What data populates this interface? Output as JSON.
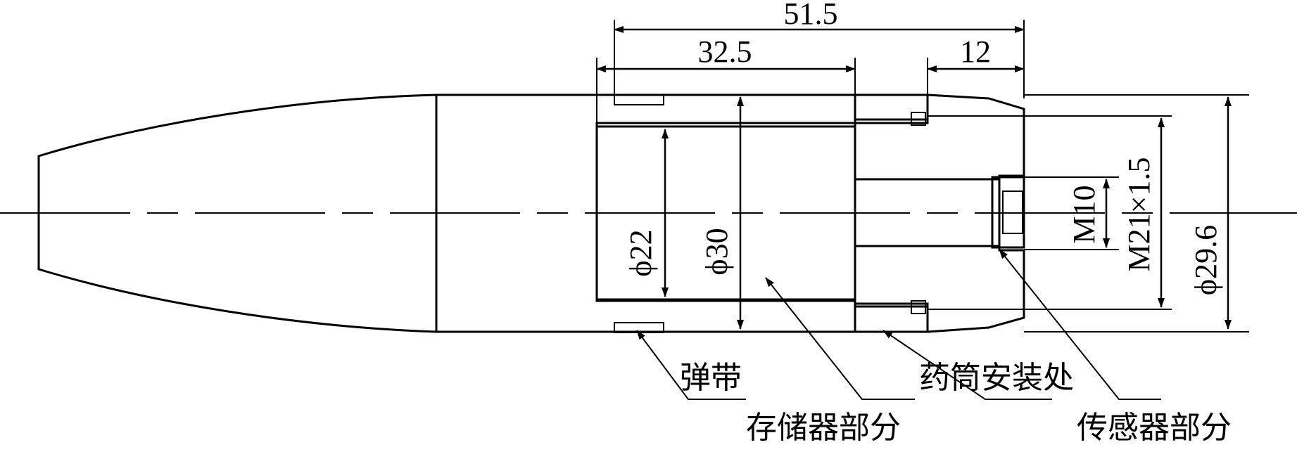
{
  "dimensions": {
    "overall_length": "51.5",
    "storage_length": "32.5",
    "sensor_length": "12",
    "inner_dia": "ϕ22",
    "outer_dia": "ϕ30",
    "thread_small": "M10",
    "thread_large": "M21×1.5",
    "body_dia": "ϕ29.6"
  },
  "labels": {
    "band": "弹带",
    "storage": "存储器部分",
    "cartridge": "药筒安装处",
    "sensor": "传感器部分"
  }
}
